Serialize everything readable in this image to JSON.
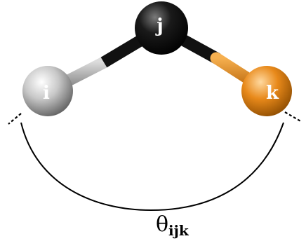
{
  "atoms": {
    "i": {
      "label": "i",
      "color": "#c8c8c8",
      "highlight": "#ffffff",
      "shade": "#5a5a5a"
    },
    "j": {
      "label": "j",
      "color": "#1a1a1a",
      "highlight": "#7a7a7a",
      "shade": "#000000"
    },
    "k": {
      "label": "k",
      "color": "#e8891a",
      "highlight": "#ffd9a0",
      "shade": "#8a4a00"
    }
  },
  "bonds": {
    "i_color": "#a8a8a8",
    "j_color": "#111111",
    "k_color": "#e8891a"
  },
  "angle": {
    "symbol": "θ",
    "subscript": "ijk",
    "arc_color": "#000000"
  }
}
